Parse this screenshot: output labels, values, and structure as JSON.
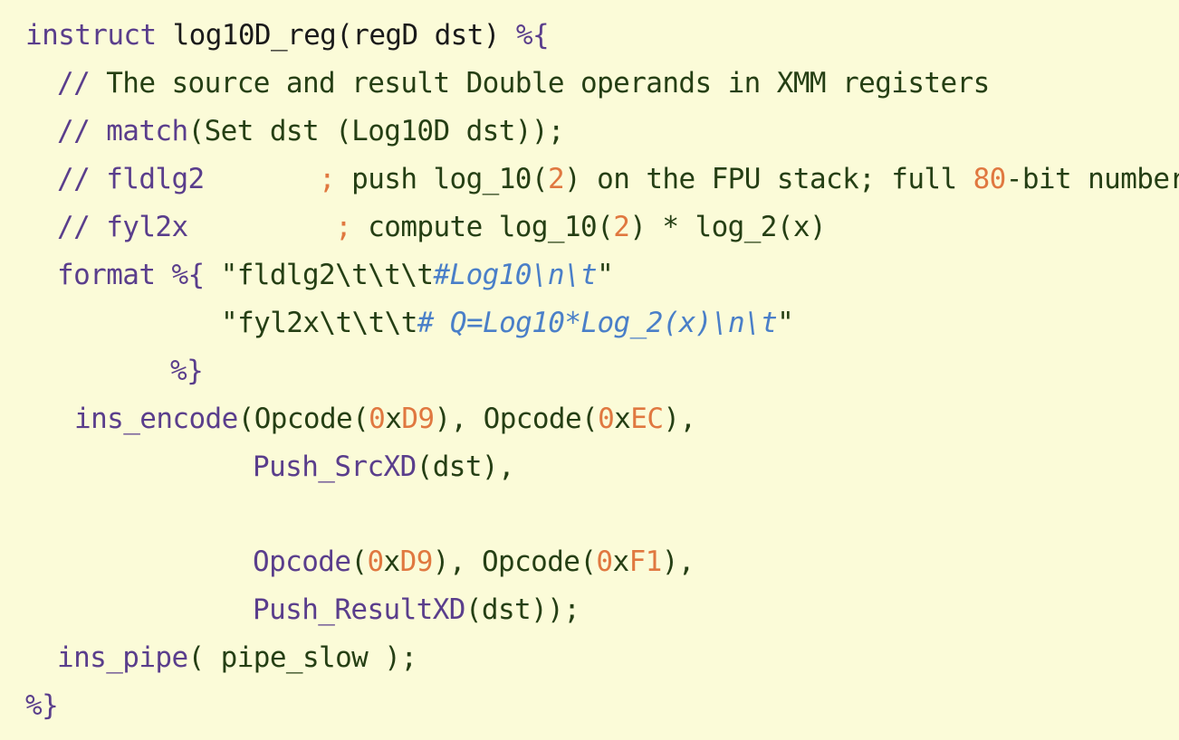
{
  "code": {
    "lines": [
      {
        "tokens": [
          {
            "text": "instruct ",
            "cls": "c-purple"
          },
          {
            "text": "log10D_reg(regD dst) ",
            "cls": "c-dark"
          },
          {
            "text": "%{",
            "cls": "c-purple"
          }
        ]
      },
      {
        "tokens": [
          {
            "text": "// ",
            "cls": "c-purple"
          },
          {
            "text": "The source and result Double operands in XMM registers",
            "cls": "c-green"
          }
        ]
      },
      {
        "tokens": [
          {
            "text": "// ",
            "cls": "c-purple"
          },
          {
            "text": "match",
            "cls": "c-purple"
          },
          {
            "text": "(Set dst (Log10D dst));",
            "cls": "c-green"
          }
        ]
      },
      {
        "tokens": [
          {
            "text": "// ",
            "cls": "c-purple"
          },
          {
            "text": "fldlg2",
            "cls": "c-purple"
          },
          {
            "text": "       ; ",
            "cls": "c-orange"
          },
          {
            "text": "push log_10(",
            "cls": "c-green"
          },
          {
            "text": "2",
            "cls": "c-orange"
          },
          {
            "text": ") on the FPU stack; full ",
            "cls": "c-green"
          },
          {
            "text": "80",
            "cls": "c-orange"
          },
          {
            "text": "-bit number",
            "cls": "c-green"
          }
        ]
      },
      {
        "tokens": [
          {
            "text": "// ",
            "cls": "c-purple"
          },
          {
            "text": "fyl2x",
            "cls": "c-purple"
          },
          {
            "text": "         ; ",
            "cls": "c-orange"
          },
          {
            "text": "compute log_10(",
            "cls": "c-green"
          },
          {
            "text": "2",
            "cls": "c-orange"
          },
          {
            "text": ") * log_2(x)",
            "cls": "c-green"
          }
        ]
      },
      {
        "tokens": [
          {
            "text": "format ",
            "cls": "c-purple"
          },
          {
            "text": "%{ ",
            "cls": "c-purple"
          },
          {
            "text": "\"fldlg2\\t\\t\\t",
            "cls": "c-green"
          },
          {
            "text": "#Log10\\n\\t",
            "cls": "c-blue"
          },
          {
            "text": "\"",
            "cls": "c-green"
          }
        ]
      },
      {
        "tokens": [
          {
            "text": "\"fyl2x\\t\\t\\t",
            "cls": "c-green"
          },
          {
            "text": "# Q=Log10*Log_2(x)\\n\\t",
            "cls": "c-blue"
          },
          {
            "text": "\"",
            "cls": "c-green"
          }
        ]
      },
      {
        "tokens": [
          {
            "text": "%}",
            "cls": "c-purple"
          }
        ]
      },
      {
        "tokens": [
          {
            "text": "ins_encode",
            "cls": "c-purple"
          },
          {
            "text": "(Opcode(",
            "cls": "c-green"
          },
          {
            "text": "0",
            "cls": "c-orange"
          },
          {
            "text": "x",
            "cls": "c-green"
          },
          {
            "text": "D9",
            "cls": "c-orange"
          },
          {
            "text": "), Opcode(",
            "cls": "c-green"
          },
          {
            "text": "0",
            "cls": "c-orange"
          },
          {
            "text": "x",
            "cls": "c-green"
          },
          {
            "text": "EC",
            "cls": "c-orange"
          },
          {
            "text": "),",
            "cls": "c-green"
          }
        ]
      },
      {
        "tokens": [
          {
            "text": "Push_SrcXD",
            "cls": "c-purple"
          },
          {
            "text": "(dst),",
            "cls": "c-green"
          }
        ]
      },
      {
        "tokens": [
          {
            "text": "Opcode",
            "cls": "c-purple"
          },
          {
            "text": "(",
            "cls": "c-green"
          },
          {
            "text": "0",
            "cls": "c-orange"
          },
          {
            "text": "x",
            "cls": "c-green"
          },
          {
            "text": "D9",
            "cls": "c-orange"
          },
          {
            "text": "), Opcode(",
            "cls": "c-green"
          },
          {
            "text": "0",
            "cls": "c-orange"
          },
          {
            "text": "x",
            "cls": "c-green"
          },
          {
            "text": "F1",
            "cls": "c-orange"
          },
          {
            "text": "),",
            "cls": "c-green"
          }
        ]
      },
      {
        "tokens": [
          {
            "text": "Push_ResultXD",
            "cls": "c-purple"
          },
          {
            "text": "(dst));",
            "cls": "c-green"
          }
        ]
      },
      {
        "tokens": [
          {
            "text": "ins_pipe",
            "cls": "c-purple"
          },
          {
            "text": "( pipe_slow );",
            "cls": "c-green"
          }
        ]
      },
      {
        "tokens": [
          {
            "text": "%}",
            "cls": "c-purple"
          }
        ]
      }
    ]
  }
}
